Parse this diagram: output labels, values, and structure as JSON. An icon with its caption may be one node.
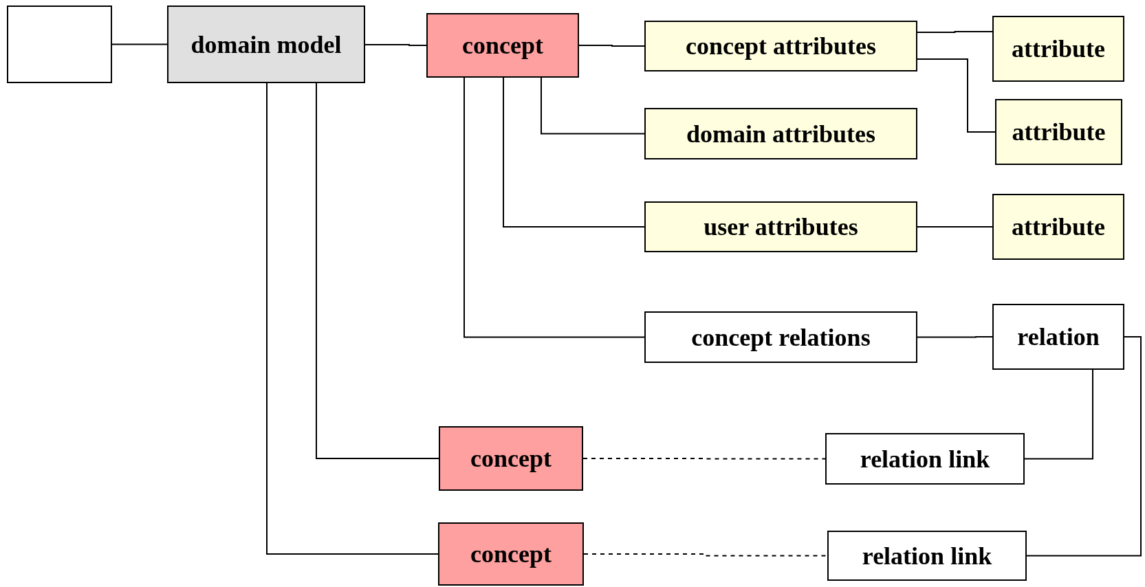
{
  "diagram": {
    "nodes": [
      {
        "text": [],
        "shape": "box"
      },
      {
        "text": [
          "domain model"
        ]
      },
      {
        "text": [
          "concept"
        ]
      },
      {
        "text": [
          "concept attributes"
        ]
      },
      {
        "text": [
          "attribute"
        ]
      },
      {
        "text": [
          "attribute"
        ]
      },
      {
        "text": [
          "domain attributes"
        ]
      },
      {
        "text": [
          "user attributes"
        ]
      },
      {
        "text": [
          "attribute"
        ]
      },
      {
        "text": [
          "concept relations"
        ]
      },
      {
        "text": [
          "relation"
        ]
      },
      {
        "text": [
          "concept"
        ]
      },
      {
        "text": [
          "relation link"
        ]
      },
      {
        "text": [
          "concept"
        ]
      },
      {
        "text": [
          "relation link"
        ]
      }
    ],
    "edges": [
      {
        "from": 0,
        "to": 1,
        "arrow": "none"
      },
      {
        "from": 1,
        "to": 2,
        "arrow": "none"
      },
      {
        "from": 2,
        "to": 3,
        "arrow": "none"
      },
      {
        "from": 3,
        "to": 4,
        "arrow": "none"
      },
      {
        "from": 3,
        "to": 5,
        "arrow": "none"
      },
      {
        "from": 2,
        "to": 6,
        "arrow": "none"
      },
      {
        "from": 2,
        "to": 7,
        "arrow": "none"
      },
      {
        "from": 7,
        "to": 8,
        "arrow": "none"
      },
      {
        "from": 2,
        "to": 9,
        "arrow": "none"
      },
      {
        "from": 9,
        "to": 10,
        "arrow": "none"
      },
      {
        "from": 1,
        "to": 11,
        "arrow": "none"
      },
      {
        "from": 1,
        "to": 13,
        "arrow": "none"
      },
      {
        "from": 11,
        "to": 12,
        "arrow": "none",
        "style": "dashed"
      },
      {
        "from": 13,
        "to": 14,
        "arrow": "none",
        "style": "dashed"
      },
      {
        "from": 10,
        "to": 12,
        "arrow": "none"
      },
      {
        "from": 10,
        "to": 14,
        "arrow": "none"
      }
    ]
  }
}
